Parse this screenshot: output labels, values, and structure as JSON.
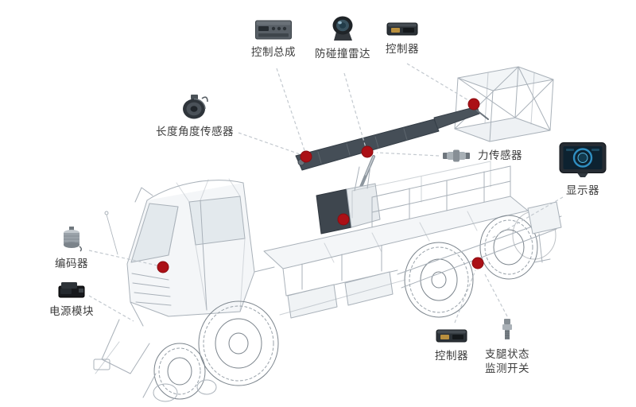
{
  "callouts": {
    "control_assembly": {
      "label": "控制总成",
      "icon": "control-panel-icon"
    },
    "anti_collision_radar": {
      "label": "防碰撞雷达",
      "icon": "radar-sensor-icon"
    },
    "controller_top": {
      "label": "控制器",
      "icon": "controller-module-icon"
    },
    "length_angle_sensor": {
      "label": "长度角度传感器",
      "icon": "cable-reel-sensor-icon"
    },
    "force_sensor": {
      "label": "力传感器",
      "icon": "load-cell-icon"
    },
    "display_monitor": {
      "label": "显示器",
      "icon": "display-screen-icon"
    },
    "encoder": {
      "label": "编码器",
      "icon": "encoder-icon"
    },
    "power_module": {
      "label": "电源模块",
      "icon": "power-module-icon"
    },
    "controller_bottom": {
      "label": "控制器",
      "icon": "controller-module-icon"
    },
    "outrigger_switch": {
      "label": "支腿状态\n监测开关",
      "icon": "outrigger-switch-icon"
    }
  },
  "markers": {
    "count": 6,
    "color": "#ab1016"
  },
  "colors": {
    "background": "#ffffff",
    "truck_line": "#a9b1b9",
    "boom_dark": "#454e57",
    "connector_line": "#c3c9cf",
    "label_text": "#3c3c3c"
  }
}
